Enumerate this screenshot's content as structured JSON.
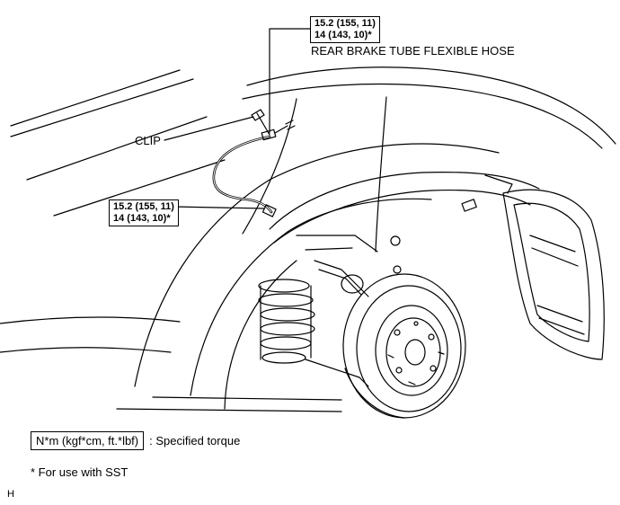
{
  "callouts": {
    "top_torque": {
      "line1": "15.2 (155, 11)",
      "line2": "14 (143, 10)*"
    },
    "hose_label": "REAR BRAKE TUBE FLEXIBLE HOSE",
    "clip_label": "CLIP",
    "mid_torque": {
      "line1": "15.2 (155, 11)",
      "line2": "14 (143, 10)*"
    }
  },
  "legend": {
    "unit_box": "N*m (kgf*cm, ft.*lbf)",
    "description": ": Specified torque"
  },
  "footnote": "* For use with SST",
  "figure_code": "H"
}
